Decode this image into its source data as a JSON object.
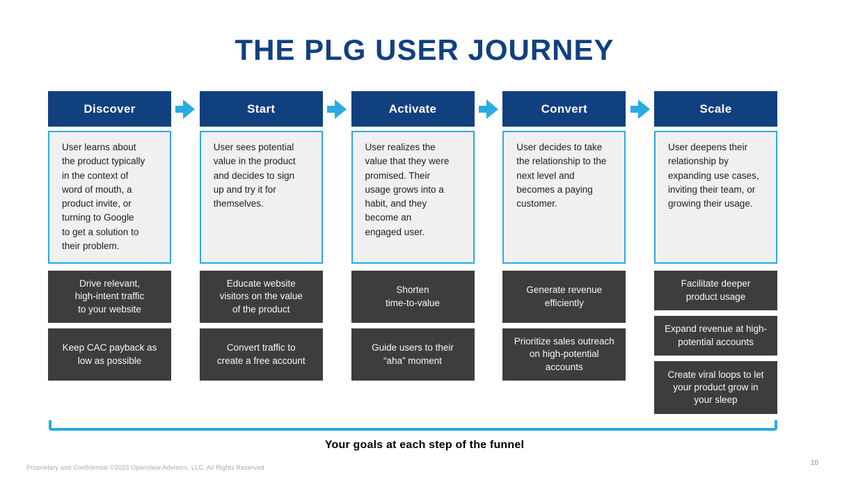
{
  "slide": {
    "title": "THE PLG USER JOURNEY",
    "caption": "Your goals at each step of the funnel",
    "footer": "Proprietary and Confidential ©2023 OpenView Advisors, LLC. All Rights Reserved",
    "page_number": "10"
  },
  "icons": {
    "flow_arrow": "right-arrow"
  },
  "colors": {
    "navy": "#11407f",
    "cyan": "#29abe2",
    "description_bg": "#f0f0f1",
    "goal_bg": "#3d3d3d",
    "footer_gray": "#a9a9a9"
  },
  "columns": [
    {
      "header": "Discover",
      "description": "User learns about\nthe product typically\nin the context of\nword of mouth, a\nproduct invite, or\nturning to Google\nto get a solution to\ntheir problem.",
      "goals": [
        "Drive relevant,\nhigh-intent traffic\nto your website",
        "Keep CAC payback as\nlow as possible"
      ]
    },
    {
      "header": "Start",
      "description": "User sees potential\nvalue in the product\nand decides to sign\nup and try it for\nthemselves.",
      "goals": [
        "Educate website\nvisitors on the value\nof the product",
        "Convert traffic to\ncreate a free account"
      ]
    },
    {
      "header": "Activate",
      "description": "User realizes the\nvalue that they were\npromised. Their\nusage grows into a\nhabit, and they\nbecome an\nengaged user.",
      "goals": [
        "Shorten\ntime-to-value",
        "Guide users to their\n“aha” moment"
      ]
    },
    {
      "header": "Convert",
      "description": "User decides to take\nthe relationship to the\nnext level and\nbecomes a paying\ncustomer.",
      "goals": [
        "Generate revenue\nefficiently",
        "Prioritize sales outreach\non high-potential\naccounts"
      ]
    },
    {
      "header": "Scale",
      "description": "User deepens their\nrelationship by\nexpanding use cases,\ninviting their team, or\ngrowing their usage.",
      "goals": [
        "Facilitate deeper\nproduct usage",
        "Expand revenue at high-\npotential accounts",
        "Create viral loops to let\nyour product grow in\nyour sleep"
      ]
    }
  ]
}
